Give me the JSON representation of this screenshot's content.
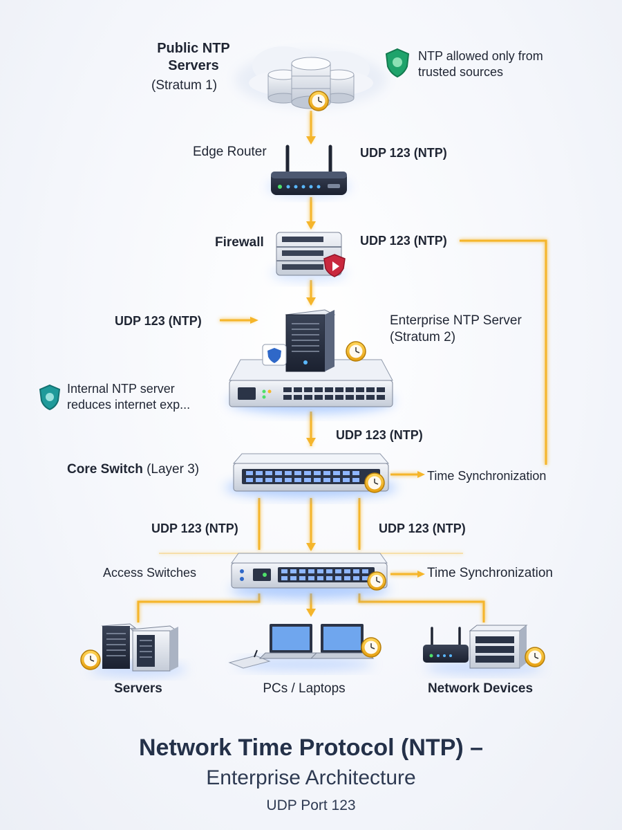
{
  "nodes": {
    "public_ntp": {
      "title_line1": "Public NTP",
      "title_line2": "Servers",
      "subtitle": "(Stratum 1)"
    },
    "edge_router": {
      "label": "Edge Router"
    },
    "firewall": {
      "label": "Firewall"
    },
    "enterprise_ntp": {
      "line1": "Enterprise NTP Server",
      "line2": "(Stratum 2)"
    },
    "core_switch": {
      "label_bold": "Core Switch",
      "label_rest": " (Layer 3)"
    },
    "access_switches": {
      "label": "Access Switches"
    },
    "servers": {
      "label": "Servers"
    },
    "pcs": {
      "label": "PCs / Laptops"
    },
    "network_devices": {
      "label": "Network Devices"
    }
  },
  "flows": {
    "router_port": "UDP 123 (NTP)",
    "firewall_port": "UDP 123 (NTP)",
    "enterprise_in_port": "UDP 123 (NTP)",
    "enterprise_out_port": "UDP 123 (NTP)",
    "core_left_port": "UDP 123 (NTP)",
    "core_right_port": "UDP 123 (NTP)",
    "core_sync": "Time Synchronization",
    "access_sync": "Time Synchronization"
  },
  "notes": {
    "trusted_line1": "NTP allowed only from",
    "trusted_line2": "trusted sources",
    "internal_line1": "Internal NTP server",
    "internal_line2": "reduces internet exp..."
  },
  "footer": {
    "title": "Network Time Protocol (NTP) –",
    "subtitle": "Enterprise Architecture",
    "port": "UDP Port 123"
  },
  "colors": {
    "flow": "#f5b52a",
    "device_blue": "#2f68c8",
    "device_body": "#dfe5ef",
    "shield_green": "#1fa36b",
    "shield_teal": "#1f9a9a",
    "firewall_badge": "#c9283e",
    "clock_gold": "#f2b318"
  },
  "icons": [
    "database-icon",
    "cloud-icon",
    "clock-icon",
    "router-icon",
    "firewall-icon",
    "shield-icon",
    "server-tower-icon",
    "switch-icon",
    "laptop-icon",
    "network-device-icon"
  ]
}
